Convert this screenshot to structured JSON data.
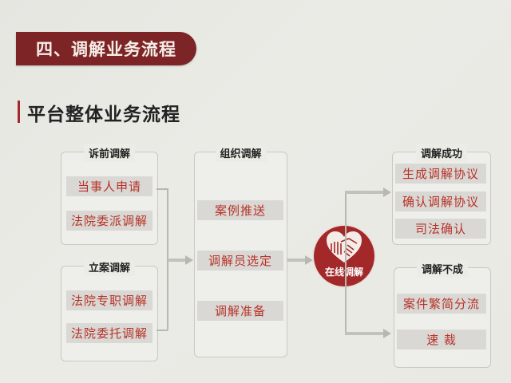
{
  "header": {
    "section_title": "四、调解业务流程",
    "subtitle": "平台整体业务流程"
  },
  "colors": {
    "banner": "#7d2526",
    "accent_red": "#a3282a",
    "item_text": "#b83228",
    "item_bg": "#d9d8d4",
    "connector": "#b8b8b3"
  },
  "groups": {
    "pre_litigation": {
      "title": "诉前调解",
      "items": [
        "当事人申请",
        "法院委派调解"
      ]
    },
    "filed_case": {
      "title": "立案调解",
      "items": [
        "法院专职调解",
        "法院委托调解"
      ]
    },
    "organize": {
      "title": "组织调解",
      "items": [
        "案例推送",
        "调解员选定",
        "调解准备"
      ]
    },
    "center": {
      "label": "在线调解",
      "icon": "handshake-heart-icon"
    },
    "success": {
      "title": "调解成功",
      "items": [
        "生成调解协议",
        "确认调解协议",
        "司法确认"
      ]
    },
    "failure": {
      "title": "调解不成",
      "items": [
        "案件繁简分流",
        "速 裁"
      ]
    }
  }
}
